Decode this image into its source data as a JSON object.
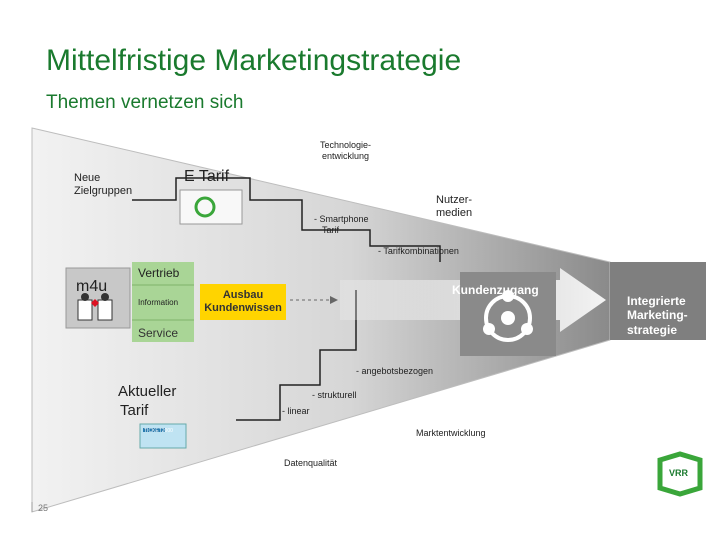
{
  "title": "Mittelfristige Marketingstrategie",
  "subtitle": "Themen vernetzen sich",
  "top": {
    "neue_zielgruppen": [
      "Neue",
      "Zielgruppen"
    ],
    "e_tarif": "E Tarif",
    "technologie": [
      "Technologie-",
      "entwicklung"
    ],
    "smartphone": [
      "- Smartphone",
      "Tarif"
    ],
    "nutzermedien": [
      "Nutzer-",
      "medien"
    ],
    "tarifkombinationen": "- Tarifkombinationen"
  },
  "middle": {
    "m4u": "m4u",
    "vertrieb": "Vertrieb",
    "information": "Information",
    "service": "Service",
    "ausbau": [
      "Ausbau",
      "Kundenwissen"
    ],
    "kundenzugang": "Kundenzugang",
    "integrierte": [
      "Integrierte",
      "Marketing-",
      "strategie"
    ]
  },
  "bottom": {
    "aktueller": [
      "Aktueller",
      "Tarif"
    ],
    "ticket_label": "TICKET2000",
    "angebotsbezogen": "- angebotsbezogen",
    "strukturell": "- strukturell",
    "linear": "- linear",
    "marktentwicklung": "Marktentwicklung",
    "datenqualitaet": "Datenqualität"
  },
  "logo": {
    "text": "VRR"
  },
  "page_number": "25",
  "colors": {
    "title_green": "#1a7a2e",
    "funnel_light": "#ededed",
    "funnel_mid": "#cfcfcf",
    "funnel_dark": "#8f8f8f",
    "highlight_yellow": "#ffd400",
    "vertrieb_green": "#9fcf8c",
    "logo_green": "#3aa63a"
  }
}
